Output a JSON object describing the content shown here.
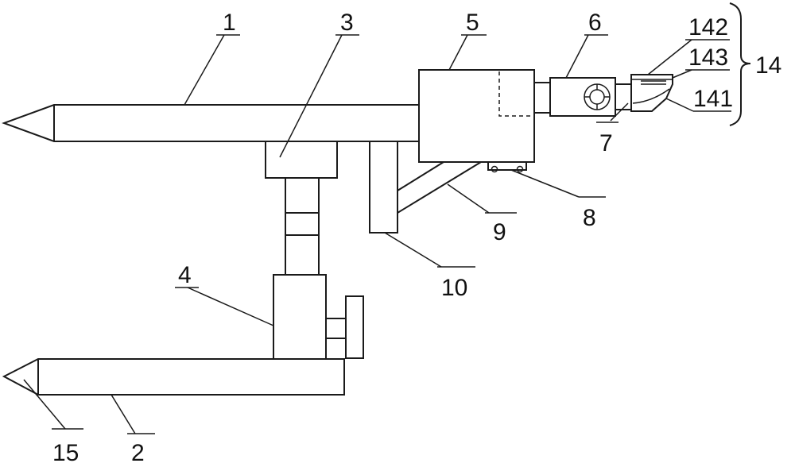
{
  "labels": {
    "l1": "1",
    "l2": "2",
    "l3": "3",
    "l4": "4",
    "l5": "5",
    "l6": "6",
    "l7": "7",
    "l8": "8",
    "l9": "9",
    "l10": "10",
    "l14": "14",
    "l15": "15",
    "l141": "141",
    "l142": "142",
    "l143": "143"
  }
}
